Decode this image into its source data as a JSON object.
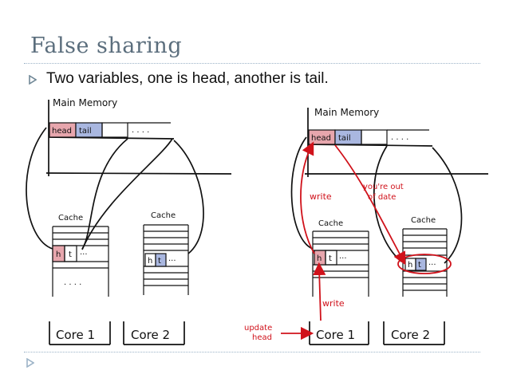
{
  "slide": {
    "title": "False sharing",
    "bullet": "Two variables, one is head, another is tail."
  },
  "labels": {
    "main_memory": "Main Memory",
    "head": "head",
    "tail": "tail",
    "ellipsis": ". . . .",
    "cache": "Cache",
    "cell_h": "h",
    "cell_t": "t",
    "cell_more": "···",
    "core1": "Core 1",
    "core2": "Core 2",
    "write": "write",
    "out_of_date_1": "you're out",
    "out_of_date_2": "of date",
    "update_1": "update",
    "update_2": "head"
  },
  "colors": {
    "title": "#5b6e7d",
    "ink": "#111111",
    "annotation_red": "#d0121b",
    "head_fill": "#e7a6ad",
    "tail_fill": "#a9b7e0",
    "rule": "#9cb3c7"
  }
}
